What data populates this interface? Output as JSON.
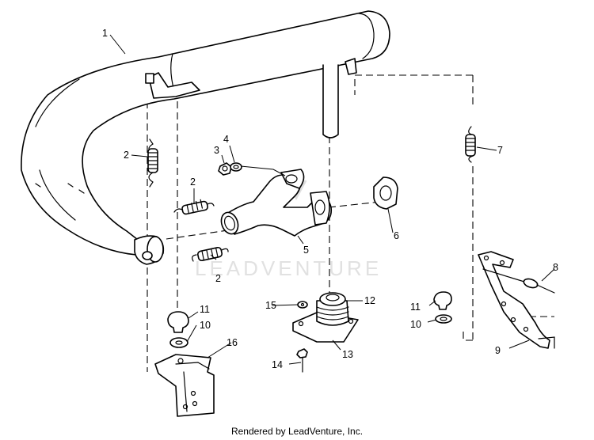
{
  "footer": "Rendered by LeadVenture, Inc.",
  "watermark": "LEADVENTURE",
  "callouts": [
    "1",
    "2",
    "2",
    "2",
    "3",
    "4",
    "5",
    "6",
    "7",
    "8",
    "9",
    "10",
    "10",
    "11",
    "11",
    "12",
    "13",
    "14",
    "15",
    "16"
  ]
}
